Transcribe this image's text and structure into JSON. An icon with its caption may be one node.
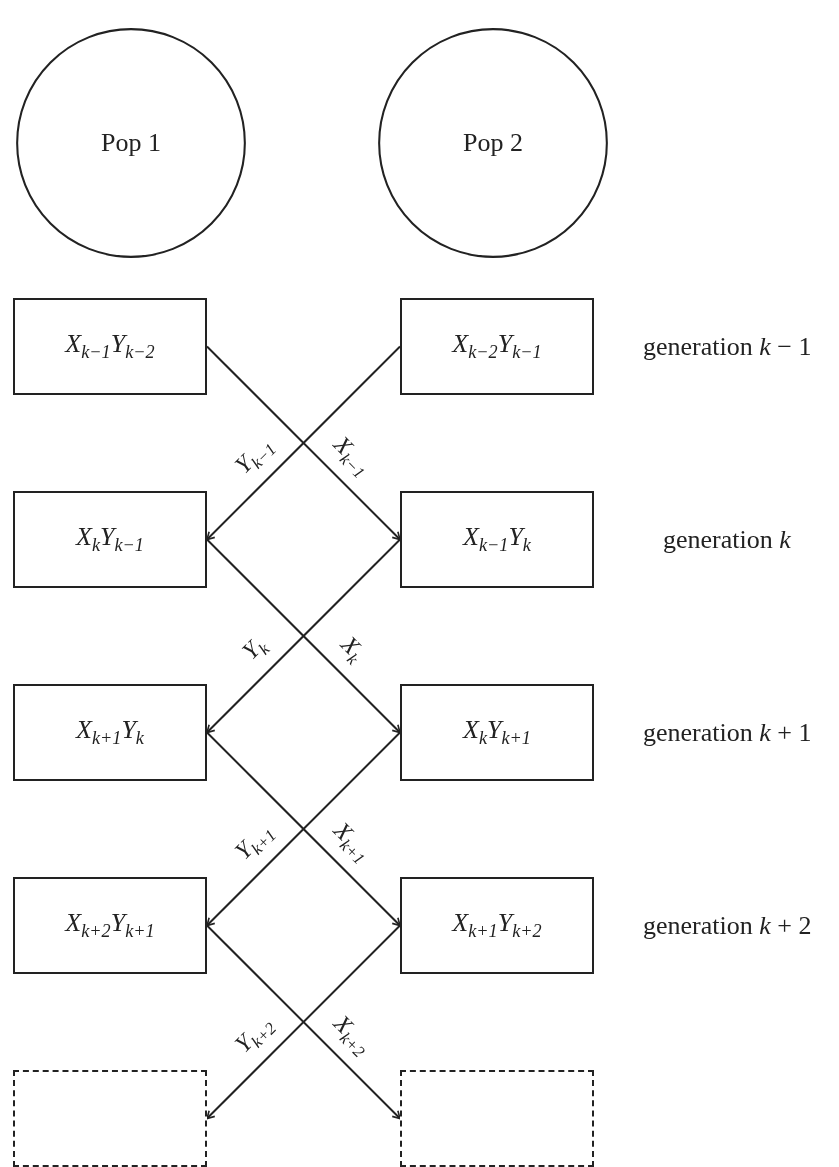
{
  "diagram": {
    "nodes": [
      {
        "text": [
          "Pop 1"
        ]
      },
      {
        "text": [
          "Pop 2"
        ]
      },
      {
        "text": [
          "X$_{k−1}$Y$_{k−2}$"
        ]
      },
      {
        "text": [
          "X$_{k−2}$Y$_{k−1}$"
        ]
      },
      {
        "text": [
          "X$_{k}$Y$_{k−1}$"
        ]
      },
      {
        "text": [
          "X$_{k−1}$Y$_{k}$"
        ]
      },
      {
        "text": [
          "X$_{k+1}$Y$_{k}$"
        ]
      },
      {
        "text": [
          "X$_{k}$Y$_{k+1}$"
        ]
      },
      {
        "text": [
          "X$_{k+2}$Y$_{k+1}$"
        ]
      },
      {
        "text": [
          "X$_{k+1}$Y$_{k+2}$"
        ]
      },
      {
        "text": [],
        "shape": "box"
      },
      {
        "text": [],
        "shape": "box"
      }
    ],
    "edges": [
      {
        "from": 3,
        "to": 4,
        "arrow": "to",
        "label": "Y$_{k−1}$"
      },
      {
        "from": 2,
        "to": 5,
        "arrow": "to",
        "label": "X$_{k−1}$"
      },
      {
        "from": 5,
        "to": 6,
        "arrow": "to",
        "label": "Y$_{k}$"
      },
      {
        "from": 4,
        "to": 7,
        "arrow": "to",
        "label": "X$_{k}$"
      },
      {
        "from": 7,
        "to": 8,
        "arrow": "to",
        "label": "Y$_{k+1}$"
      },
      {
        "from": 6,
        "to": 9,
        "arrow": "to",
        "label": "X$_{k+1}$"
      },
      {
        "from": 9,
        "to": 10,
        "arrow": "to",
        "label": "Y$_{k+2}$"
      },
      {
        "from": 8,
        "to": 11,
        "arrow": "to",
        "label": "X$_{k+2}$"
      }
    ],
    "labels": [
      "generation *k* − 1",
      "generation *k*",
      "generation *k* + 1",
      "generation *k* + 2"
    ]
  }
}
